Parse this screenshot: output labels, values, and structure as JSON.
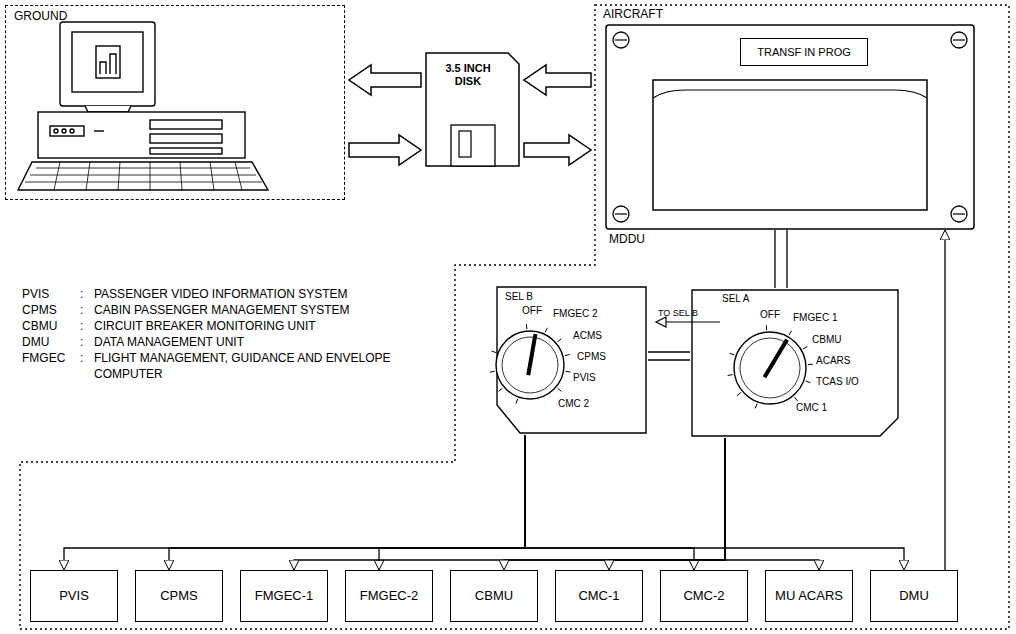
{
  "diagram": {
    "nodes": [
      {
        "text": [
          "GROUND"
        ]
      },
      {
        "text": [
          "3.5 INCH DISK"
        ]
      },
      {
        "text": [
          "AIRCRAFT"
        ]
      },
      {
        "text": [
          "MDDU"
        ],
        "in": 2
      },
      {
        "text": [
          "TRANSF IN PROG"
        ],
        "in": 3
      },
      {
        "text": [
          "SEL B",
          "OFF",
          "FMGEC 2",
          "ACMS",
          "CPMS",
          "PVIS",
          "CMC 2"
        ],
        "in": 2
      },
      {
        "text": [
          "SEL A",
          "OFF",
          "FMGEC 1",
          "CBMU",
          "ACARS",
          "TCAS I/O",
          "CMC 1",
          "TO SEL B"
        ],
        "in": 2
      },
      {
        "text": [
          "PVIS"
        ],
        "in": 2
      },
      {
        "text": [
          "CPMS"
        ],
        "in": 2
      },
      {
        "text": [
          "FMGEC-1"
        ],
        "in": 2
      },
      {
        "text": [
          "FMGEC-2"
        ],
        "in": 2
      },
      {
        "text": [
          "CBMU"
        ],
        "in": 2
      },
      {
        "text": [
          "CMC-1"
        ],
        "in": 2
      },
      {
        "text": [
          "CMC-2"
        ],
        "in": 2
      },
      {
        "text": [
          "MU ACARS"
        ],
        "in": 2
      },
      {
        "text": [
          "DMU"
        ],
        "in": 2
      }
    ],
    "edges": [
      {
        "from": 1,
        "to": 0,
        "arrow": "to"
      },
      {
        "from": 0,
        "to": 1,
        "arrow": "to"
      },
      {
        "from": 2,
        "to": 1,
        "arrow": "to"
      },
      {
        "from": 1,
        "to": 2,
        "arrow": "to"
      },
      {
        "from": 6,
        "to": 3,
        "arrow": "none"
      },
      {
        "from": 5,
        "to": 6,
        "arrow": "none"
      },
      {
        "from": 15,
        "to": 3,
        "arrow": "to"
      },
      {
        "from": 5,
        "to": 7,
        "arrow": "to"
      },
      {
        "from": 5,
        "to": 8,
        "arrow": "to"
      },
      {
        "from": 5,
        "to": 10,
        "arrow": "to"
      },
      {
        "from": 5,
        "to": 13,
        "arrow": "to"
      },
      {
        "from": 5,
        "to": 15,
        "arrow": "to"
      },
      {
        "from": 6,
        "to": 9,
        "arrow": "to"
      },
      {
        "from": 6,
        "to": 11,
        "arrow": "to"
      },
      {
        "from": 6,
        "to": 12,
        "arrow": "to"
      },
      {
        "from": 6,
        "to": 14,
        "arrow": "to"
      }
    ],
    "labels": [
      "PVIS",
      ":",
      "PASSENGER VIDEO INFORMATION SYSTEM",
      "CPMS",
      ":",
      "CABIN PASSENGER MANAGEMENT SYSTEM",
      "CBMU",
      ":",
      "CIRCUIT BREAKER MONITORING UNIT",
      "DMU",
      ":",
      "DATA MANAGEMENT UNIT",
      "FMGEC",
      ":",
      "FLIGHT MANAGEMENT, GUIDANCE AND ENVELOPE COMPUTER"
    ]
  }
}
